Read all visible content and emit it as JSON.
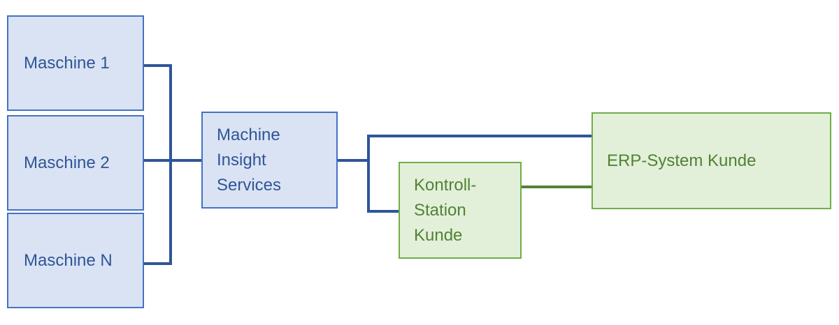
{
  "machines": {
    "m1": "Maschine 1",
    "m2": "Maschine 2",
    "mn": "Maschine N"
  },
  "hub": {
    "label": "Machine\nInsight\nServices"
  },
  "customer": {
    "control_station": "Kontroll-\nStation\nKunde",
    "erp": "ERP-System Kunde"
  },
  "colors": {
    "blue_fill": "#dae3f3",
    "blue_border": "#4472c4",
    "blue_line": "#2f5597",
    "green_fill": "#e2f0d9",
    "green_border": "#70ad47",
    "green_line": "#548235"
  }
}
